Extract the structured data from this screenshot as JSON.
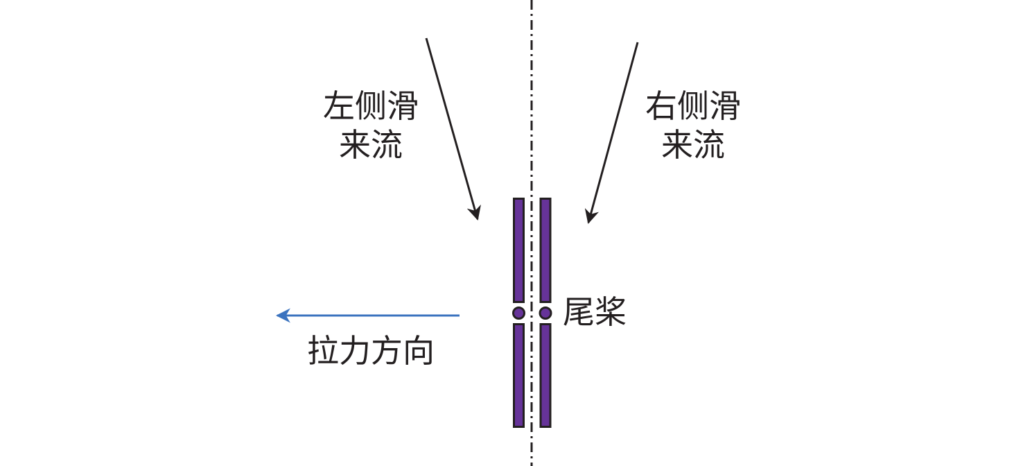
{
  "labels": {
    "left_flow": [
      "左侧滑",
      "来流"
    ],
    "right_flow": [
      "右侧滑",
      "来流"
    ],
    "tail_rotor": "尾桨",
    "thrust_direction": "拉力方向"
  },
  "colors": {
    "blade": "#663399",
    "outline": "#231f20",
    "thrust_arrow": "#3b73bf"
  }
}
